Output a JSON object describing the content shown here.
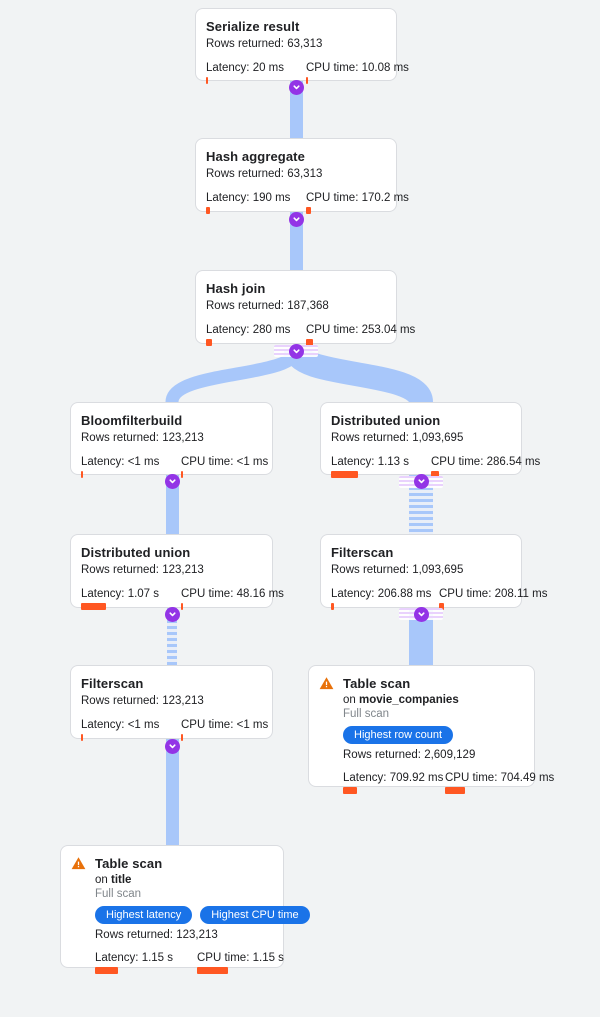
{
  "diagram": {
    "labels": {
      "rows_returned": "Rows returned:",
      "latency": "Latency:",
      "cpu_time": "CPU time:",
      "on": "on",
      "full_scan": "Full scan"
    },
    "colors": {
      "background": "#f1f3f4",
      "card_border": "#dadce0",
      "bar_orange": "#ff5722",
      "pill_blue": "#1a73e8",
      "ribbon_blue": "#a8c7fa",
      "chevron_purple": "#9334e6",
      "warning_orange": "#e8710a",
      "muted_text": "#80868b",
      "text": "#202124"
    },
    "nodes": [
      {
        "id": "serialize-result",
        "title": "Serialize result",
        "rows": "63,313",
        "latency": "20 ms",
        "cpu": "10.08 ms",
        "latency_bar": 2,
        "cpu_bar": 2
      },
      {
        "id": "hash-aggregate",
        "title": "Hash aggregate",
        "rows": "63,313",
        "latency": "190 ms",
        "cpu": "170.2 ms",
        "latency_bar": 4,
        "cpu_bar": 5
      },
      {
        "id": "hash-join",
        "title": "Hash join",
        "rows": "187,368",
        "latency": "280 ms",
        "cpu": "253.04 ms",
        "latency_bar": 6,
        "cpu_bar": 7
      },
      {
        "id": "bloomfilterbuild",
        "title": "Bloomfilterbuild",
        "rows": "123,213",
        "latency": "<1 ms",
        "cpu": "<1 ms",
        "latency_bar": 2,
        "cpu_bar": 2
      },
      {
        "id": "distributed-union-right",
        "title": "Distributed union",
        "rows": "1,093,695",
        "latency": "1.13 s",
        "cpu": "286.54 ms",
        "latency_bar": 27,
        "cpu_bar": 8
      },
      {
        "id": "distributed-union-left",
        "title": "Distributed union",
        "rows": "123,213",
        "latency": "1.07 s",
        "cpu": "48.16 ms",
        "latency_bar": 25,
        "cpu_bar": 2
      },
      {
        "id": "filterscan-right",
        "title": "Filterscan",
        "rows": "1,093,695",
        "latency": "206.88 ms",
        "cpu": "208.11 ms",
        "latency_bar": 3,
        "cpu_bar": 5
      },
      {
        "id": "filterscan-left",
        "title": "Filterscan",
        "rows": "123,213",
        "latency": "<1 ms",
        "cpu": "<1 ms",
        "latency_bar": 2,
        "cpu_bar": 2
      },
      {
        "id": "table-scan-movie-companies",
        "title": "Table scan",
        "table": "movie_companies",
        "scan_type": "Full scan",
        "badges": [
          "Highest row count"
        ],
        "rows": "2,609,129",
        "latency": "709.92 ms",
        "cpu": "704.49 ms",
        "latency_bar": 14,
        "cpu_bar": 20
      },
      {
        "id": "table-scan-title",
        "title": "Table scan",
        "table": "title",
        "scan_type": "Full scan",
        "badges": [
          "Highest latency",
          "Highest CPU time"
        ],
        "rows": "123,213",
        "latency": "1.15 s",
        "cpu": "1.15 s",
        "latency_bar": 23,
        "cpu_bar": 31
      }
    ]
  }
}
